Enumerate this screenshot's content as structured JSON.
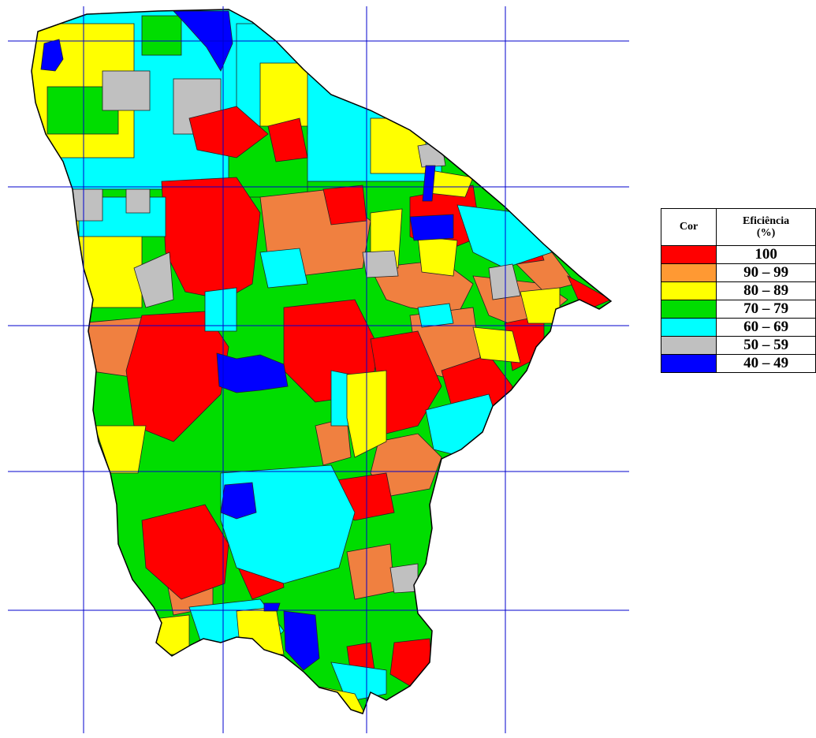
{
  "legend": {
    "header_color": "Cor",
    "header_efficiency": "Eficiência",
    "header_unit": "(%)",
    "items": [
      {
        "label": "100",
        "color": "#ff0000"
      },
      {
        "label": "90 – 99",
        "color": "#ff9933"
      },
      {
        "label": "80 – 89",
        "color": "#ffff00"
      },
      {
        "label": "70 – 79",
        "color": "#00dd00"
      },
      {
        "label": "60 – 69",
        "color": "#00ffff"
      },
      {
        "label": "50 – 59",
        "color": "#c0c0c0"
      },
      {
        "label": "40 – 49",
        "color": "#0000ff"
      }
    ]
  },
  "map": {
    "region_fill_colors": {
      "red": "#ff0000",
      "orange": "#f08040",
      "yellow": "#ffff00",
      "green": "#00dd00",
      "cyan": "#00ffff",
      "gray": "#c0c0c0",
      "blue": "#0000ff"
    },
    "grid_color": "#0000cc"
  }
}
